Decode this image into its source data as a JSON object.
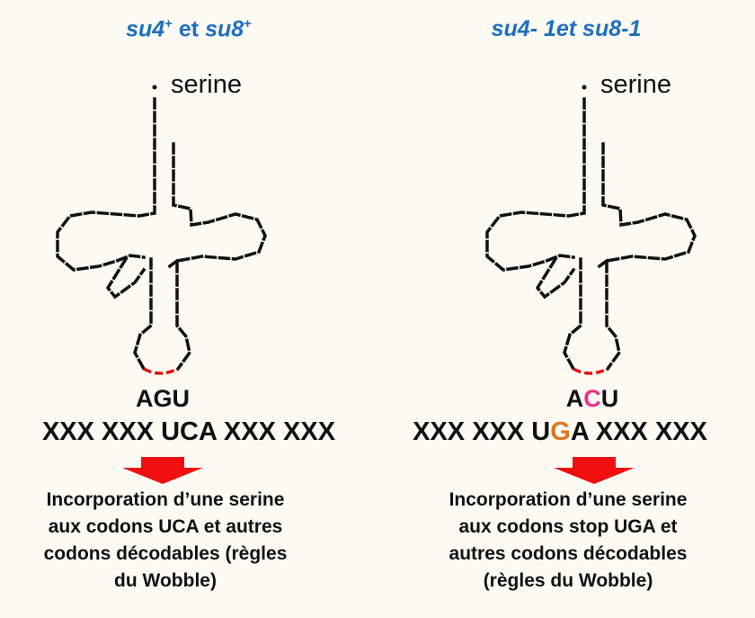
{
  "left": {
    "title_a": "su4",
    "title_a_sup": "+",
    "title_mid": " et ",
    "title_b": "su8",
    "title_b_sup": "+",
    "amino_label": "serine",
    "anticodon": "AGU",
    "codons_before": "XXX XXX ",
    "codon_focus": "UCA",
    "codons_after": " XXX XXX",
    "description": [
      "Incorporation d’une serine",
      "aux codons UCA et autres",
      "codons décodables (règles",
      "du Wobble)"
    ]
  },
  "right": {
    "title": "su4- 1et su8-1",
    "amino_label": "serine",
    "anticodon_1": "A",
    "anticodon_2": "C",
    "anticodon_3": "U",
    "codons_before": "XXX XXX U",
    "codon_mut": "G",
    "codons_after": "A XXX XXX",
    "description": [
      "Incorporation d’une serine",
      "aux codons stop UGA et",
      "autres codons décodables",
      "(règles du Wobble)"
    ]
  },
  "colors": {
    "title": "#1f6fbf",
    "anticodon_loop": "#e01010",
    "arrow": "#f01010",
    "mutation_anticodon": "#ec2e8e",
    "mutation_codon": "#e0771f"
  }
}
